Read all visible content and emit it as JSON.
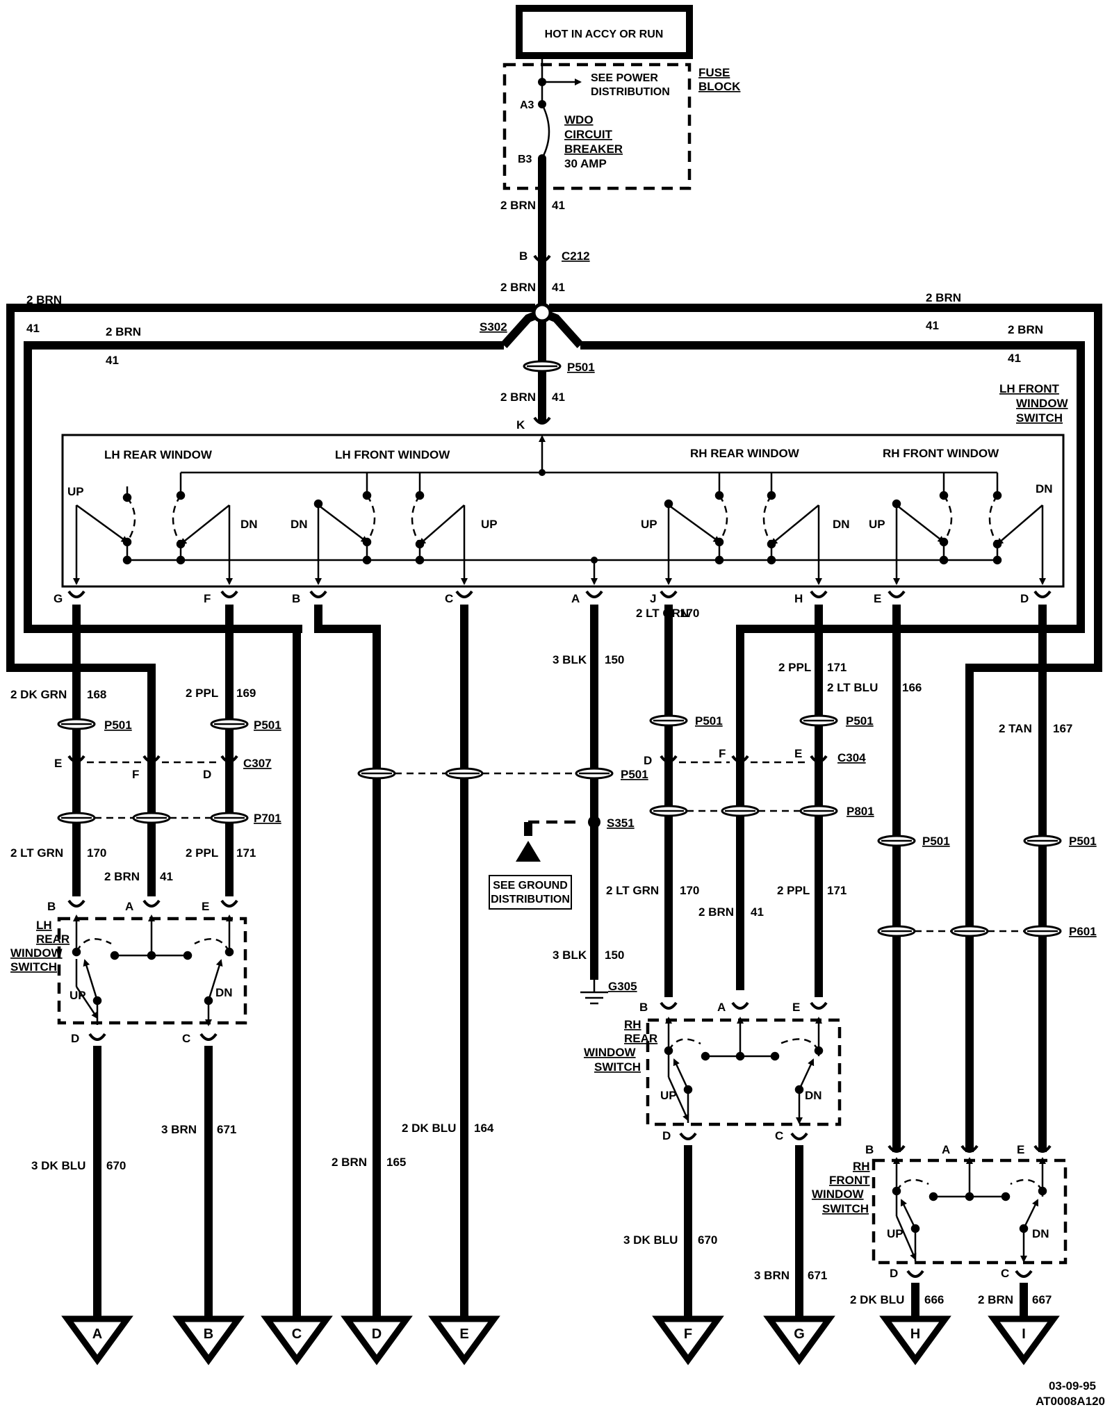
{
  "source": {
    "label": "HOT IN ACCY OR RUN",
    "fuse_block_label": [
      "FUSE",
      "BLOCK"
    ],
    "see_power": [
      "SEE POWER",
      "DISTRIBUTION"
    ],
    "breaker_label": [
      "WDO",
      "CIRCUIT",
      "BREAKER",
      "30 AMP"
    ],
    "pin_a3": "A3",
    "pin_b3": "B3"
  },
  "main_feed": {
    "wire1": {
      "color": "2 BRN",
      "num": "41"
    },
    "c212": "C212",
    "c212_pin": "B",
    "wire2": {
      "color": "2 BRN",
      "num": "41"
    },
    "s302": "S302",
    "p501": "P501",
    "wire3": {
      "color": "2 BRN",
      "num": "41"
    },
    "pin_k": "K"
  },
  "bus_labels": {
    "left_outer": {
      "color": "2 BRN",
      "num": "41"
    },
    "left_inner": {
      "color": "2 BRN",
      "num": "41"
    },
    "right_outer": {
      "color": "2 BRN",
      "num": "41"
    },
    "right_inner": {
      "color": "2 BRN",
      "num": "41"
    }
  },
  "lh_front_switch": {
    "label": [
      "LH FRONT",
      "WINDOW",
      "SWITCH"
    ],
    "sections": [
      "LH REAR WINDOW",
      "LH FRONT WINDOW",
      "RH REAR WINDOW",
      "RH FRONT WINDOW"
    ],
    "up": "UP",
    "dn": "DN",
    "pins": [
      "G",
      "F",
      "B",
      "C",
      "A",
      "J",
      "H",
      "E",
      "D"
    ]
  },
  "circuits": {
    "g": {
      "color": "2 DK GRN",
      "num": "168"
    },
    "f": {
      "color": "2 PPL",
      "num": "169"
    },
    "a": {
      "color": "3 BLK",
      "num": "150"
    },
    "j": {
      "color": "2 LT GRN",
      "num": "170"
    },
    "h": {
      "color": "2 PPL",
      "num": "171"
    },
    "lt_blu": {
      "color": "2 LT BLU",
      "num": "166"
    },
    "d": {
      "color": "2 TAN",
      "num": "167"
    }
  },
  "connectors": {
    "p501": "P501",
    "c307": "C307",
    "c307_pins": [
      "E",
      "F",
      "D"
    ],
    "p701": "P701",
    "c304": "C304",
    "c304_pins": [
      "D",
      "F",
      "E"
    ],
    "p801": "P801",
    "p601": "P601",
    "s351": "S351",
    "g305": "G305",
    "see_ground": [
      "SEE GROUND",
      "DISTRIBUTION"
    ]
  },
  "lh_rear_switch": {
    "label": [
      "LH",
      "REAR",
      "WINDOW",
      "SWITCH"
    ],
    "in_pins": [
      "B",
      "A",
      "E"
    ],
    "out_pins": [
      "D",
      "C"
    ],
    "in_wires": [
      {
        "color": "2 LT GRN",
        "num": "170"
      },
      {
        "color": "2 BRN",
        "num": "41"
      },
      {
        "color": "2 PPL",
        "num": "171"
      }
    ],
    "up": "UP",
    "dn": "DN"
  },
  "rh_rear_switch": {
    "label": [
      "RH",
      "REAR",
      "WINDOW",
      "SWITCH"
    ],
    "in_pins": [
      "B",
      "A",
      "E"
    ],
    "out_pins": [
      "D",
      "C"
    ],
    "in_wires": [
      {
        "color": "2 LT GRN",
        "num": "170"
      },
      {
        "color": "2 BRN",
        "num": "41"
      },
      {
        "color": "2 PPL",
        "num": "171"
      }
    ],
    "gnd_wire": {
      "color": "3 BLK",
      "num": "150"
    },
    "up": "UP",
    "dn": "DN"
  },
  "rh_front_switch": {
    "label": [
      "RH",
      "FRONT",
      "WINDOW",
      "SWITCH"
    ],
    "in_pins": [
      "B",
      "A",
      "E"
    ],
    "out_pins": [
      "D",
      "C"
    ],
    "up": "UP",
    "dn": "DN"
  },
  "outputs": {
    "a": {
      "letter": "A",
      "color": "3 DK BLU",
      "num": "670"
    },
    "b": {
      "letter": "B",
      "color": "3 BRN",
      "num": "671"
    },
    "c": {
      "letter": "C"
    },
    "d": {
      "letter": "D",
      "color": "2 BRN",
      "num": "165"
    },
    "e": {
      "letter": "E",
      "color": "2 DK BLU",
      "num": "164"
    },
    "f": {
      "letter": "F",
      "color": "3 DK BLU",
      "num": "670"
    },
    "g": {
      "letter": "G",
      "color": "3 BRN",
      "num": "671"
    },
    "h": {
      "letter": "H",
      "color": "2 DK BLU",
      "num": "666"
    },
    "i": {
      "letter": "I",
      "color": "2 BRN",
      "num": "667"
    }
  },
  "footer": {
    "date": "03-09-95",
    "code": "AT0008A120"
  }
}
